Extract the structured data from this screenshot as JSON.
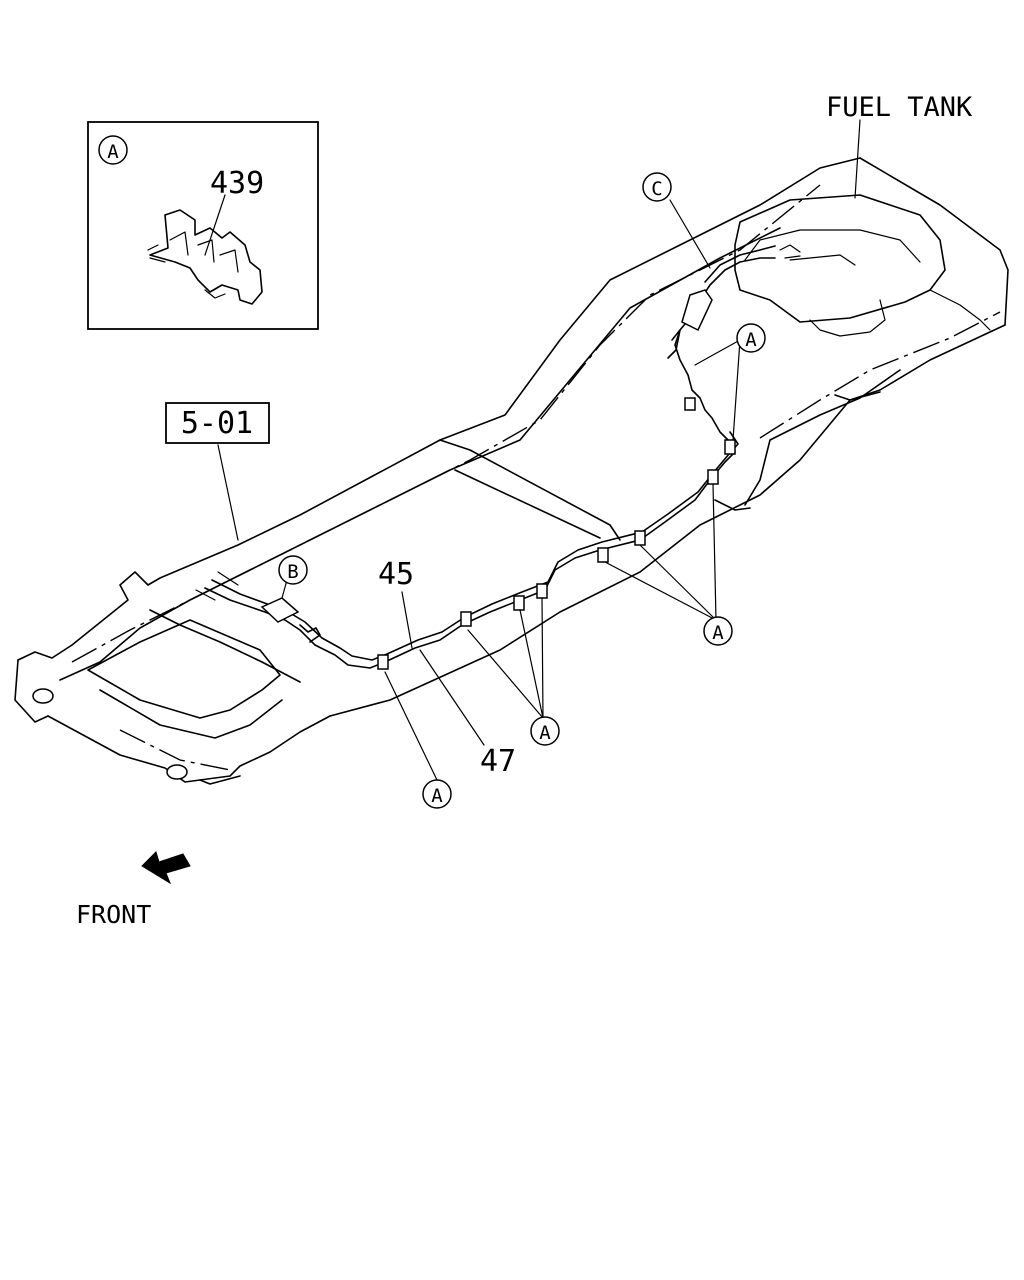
{
  "labels": {
    "fuel_tank": "FUEL TANK",
    "front": "FRONT",
    "frame_ref": "5-01",
    "part_439": "439",
    "part_45": "45",
    "part_47": "47"
  },
  "callouts": {
    "clip": "A",
    "front_hose": "B",
    "rear_hose": "C"
  }
}
